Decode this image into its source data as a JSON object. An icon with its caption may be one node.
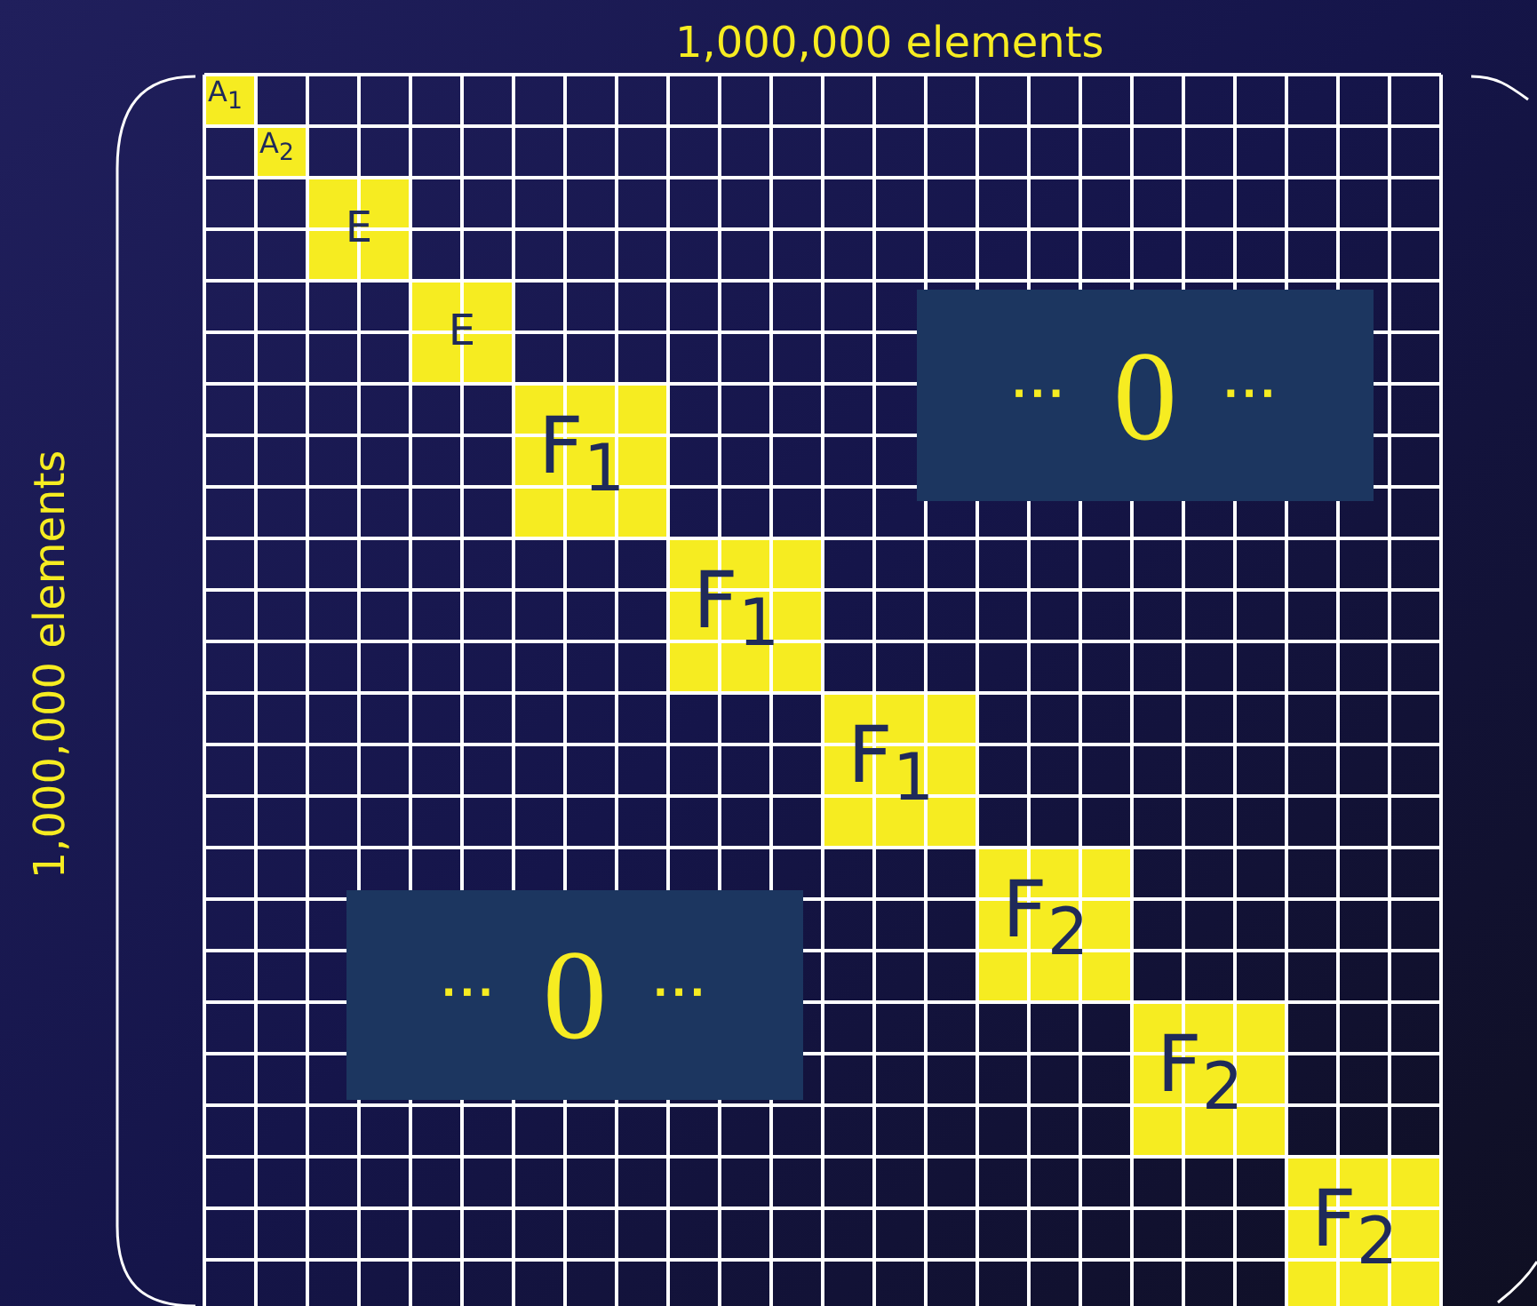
{
  "diagram": {
    "nodes": [
      {
        "text": [
          "A$_{1}$"
        ]
      },
      {
        "text": [
          "A$_{2}$"
        ]
      },
      {
        "text": [
          "E"
        ]
      },
      {
        "text": [
          "E"
        ]
      },
      {
        "text": [
          "F$_{1}$"
        ]
      },
      {
        "text": [
          "F$_{1}$"
        ]
      },
      {
        "text": [
          "F$_{1}$"
        ]
      },
      {
        "text": [
          "F$_{2}$"
        ]
      },
      {
        "text": [
          "F$_{2}$"
        ]
      },
      {
        "text": [
          "F$_{2}$"
        ]
      },
      {
        "text": [
          "···",
          "0",
          "···"
        ]
      },
      {
        "text": [
          "···",
          "0",
          "···"
        ]
      }
    ],
    "labels": [
      "1,000,000 elements",
      "1,000,000 elements"
    ]
  }
}
